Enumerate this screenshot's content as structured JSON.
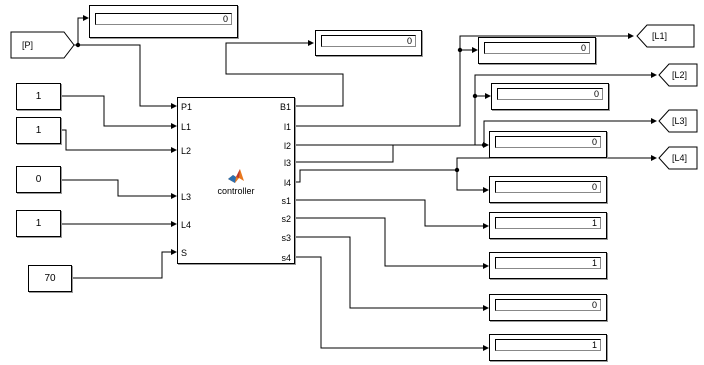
{
  "goto_tag": {
    "label": "[P]"
  },
  "constants": [
    {
      "id": "const-1",
      "value": "1"
    },
    {
      "id": "const-2",
      "value": "1"
    },
    {
      "id": "const-3",
      "value": "0"
    },
    {
      "id": "const-4",
      "value": "1"
    },
    {
      "id": "const-5",
      "value": "70"
    }
  ],
  "controller": {
    "name": "controller",
    "inputs": [
      "P1",
      "L1",
      "L2",
      "L3",
      "L4",
      "S"
    ],
    "outputs": [
      "B1",
      "l1",
      "l2",
      "l3",
      "l4",
      "s1",
      "s2",
      "s3",
      "s4"
    ]
  },
  "displays": [
    {
      "id": "display-top",
      "value": "0"
    },
    {
      "id": "display-b1",
      "value": "0"
    },
    {
      "id": "display-l1",
      "value": "0"
    },
    {
      "id": "display-l2",
      "value": "0"
    },
    {
      "id": "display-l3",
      "value": "0"
    },
    {
      "id": "display-l4",
      "value": "0"
    },
    {
      "id": "display-s1",
      "value": "1"
    },
    {
      "id": "display-s2",
      "value": "1"
    },
    {
      "id": "display-s3",
      "value": "0"
    },
    {
      "id": "display-s4",
      "value": "1"
    }
  ],
  "out_tags": [
    "[L1]",
    "[L2]",
    "[L3]",
    "[L4]"
  ]
}
